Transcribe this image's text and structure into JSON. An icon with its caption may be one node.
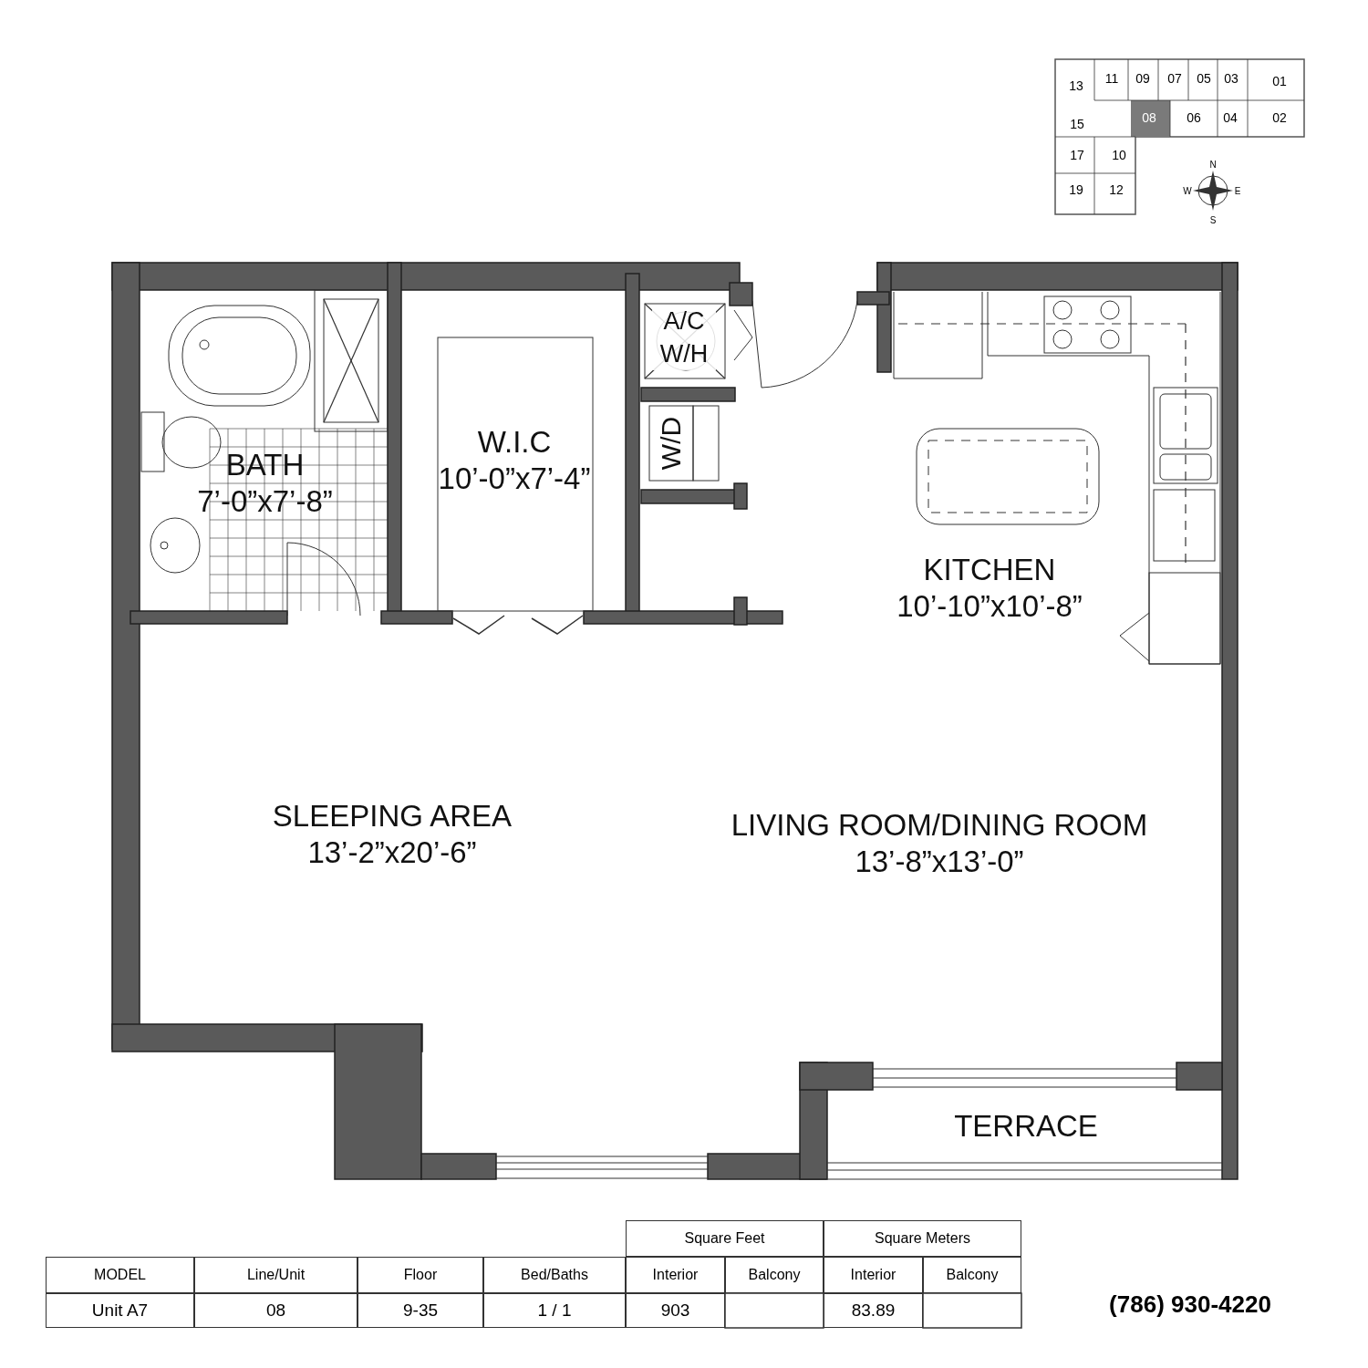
{
  "diagram": {
    "nodes": [
      {
        "text": [
          "BATH",
          "7’-0”x7’-8”"
        ]
      },
      {
        "text": [
          "W.I.C",
          "10’-0”x7’-4”"
        ]
      },
      {
        "text": [
          "A/C W/H"
        ]
      },
      {
        "text": [
          "W/D"
        ]
      },
      {
        "text": [
          "KITCHEN",
          "10’-10”x10’-8”"
        ]
      },
      {
        "text": [
          "SLEEPING AREA",
          "13’-2”x20’-6”"
        ]
      },
      {
        "text": [
          "LIVING ROOM/DINING ROOM",
          "13’-8”x13’-0”"
        ]
      },
      {
        "text": [
          "TERRACE"
        ]
      }
    ],
    "edges": [],
    "labels": [
      "13",
      "11",
      "09",
      "07",
      "05",
      "03",
      "01",
      "15",
      "08",
      "06",
      "04",
      "02",
      "17",
      "10",
      "19",
      "12",
      "N",
      "W",
      "E",
      "S",
      "Square Feet",
      "Square Meters",
      "MODEL",
      "Line/Unit",
      "Floor",
      "Bed/Baths",
      "Interior",
      "Balcony",
      "Interior",
      "Balcony",
      "Unit A7",
      "08",
      "9-35",
      "1 / 1",
      "903",
      "83.89",
      "(786) 930-4220"
    ]
  }
}
